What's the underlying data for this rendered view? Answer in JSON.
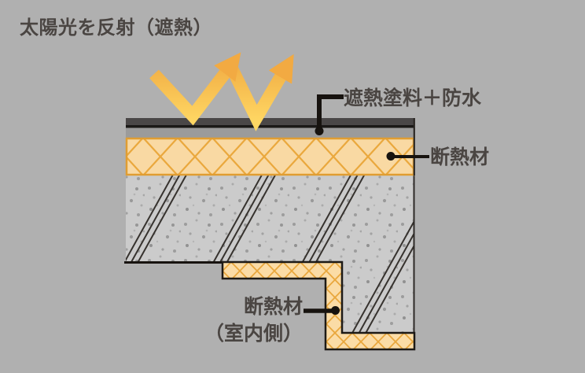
{
  "diagram": {
    "title": "太陽光を反射（遮熱）",
    "labels": {
      "coating": "遮熱塗料＋防水",
      "insulation": "断熱材",
      "interior_insulation_line1": "断熱材",
      "interior_insulation_line2": "（室内側）"
    },
    "icons": {
      "sunlight_arrows": "W字の反射矢印（日射反射）"
    },
    "colors": {
      "background": "#b0b0b0",
      "label_text": "#4a4542",
      "arrow_gradient_top": "#eda23c",
      "arrow_gradient_bottom": "#ffd763",
      "arrow_head": "#f2aa42",
      "coating_band": "#4a4747",
      "coating_underline": "#1b1917",
      "waterproof_band": "#9b9b9b",
      "insulation_fill": "#f9d9a3",
      "insulation_lattice": "#eaa83d",
      "insulation_border": "#e09d32",
      "interior_insulation_fill": "#fbdca6",
      "interior_insulation_lattice": "#e9a73d",
      "concrete_fill": "#cbcbcb",
      "concrete_hatch": "#36322e",
      "outline_black": "#17130f"
    }
  }
}
